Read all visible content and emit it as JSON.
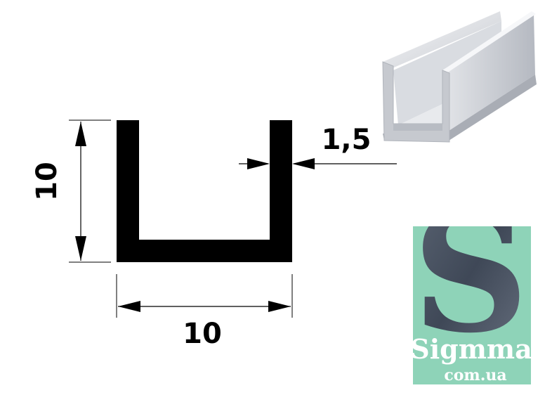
{
  "drawing": {
    "profile": "U-channel",
    "height_label": "10",
    "width_label": "10",
    "thickness_label": "1,5"
  },
  "logo": {
    "letter": "S",
    "name": "Sigmma",
    "domain": "com.ua"
  },
  "colors": {
    "profile": "#000000",
    "logo_background": "#8ed3b8",
    "logo_letter": "#4a5566",
    "logo_text": "#ffffff"
  }
}
